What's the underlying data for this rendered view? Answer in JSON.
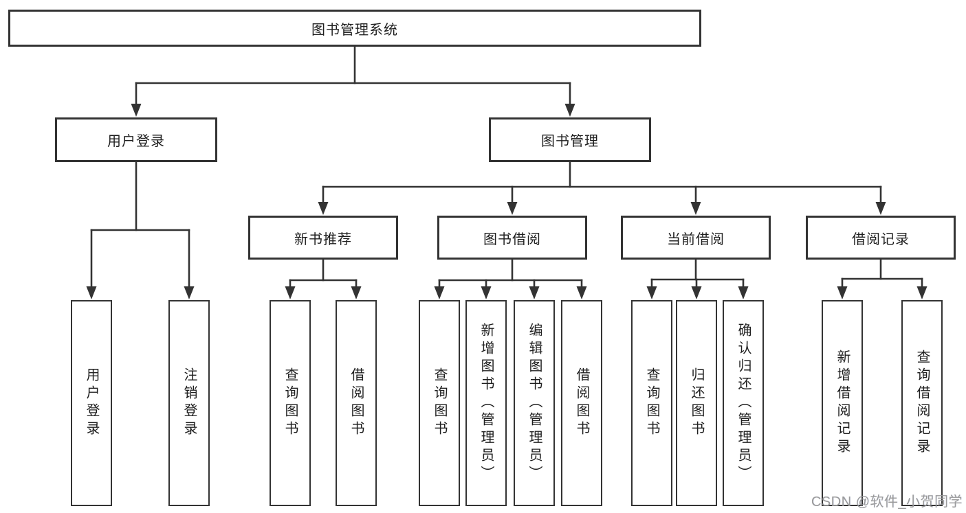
{
  "diagram": {
    "root": {
      "label": "图书管理系统"
    },
    "branches": [
      {
        "label": "用户登录",
        "children": [
          {
            "label": "用户登录"
          },
          {
            "label": "注销登录"
          }
        ]
      },
      {
        "label": "图书管理",
        "children": [
          {
            "label": "新书推荐",
            "children": [
              {
                "label": "查询图书"
              },
              {
                "label": "借阅图书"
              }
            ]
          },
          {
            "label": "图书借阅",
            "children": [
              {
                "label": "查询图书"
              },
              {
                "label": "新增图书（管理员）"
              },
              {
                "label": "编辑图书（管理员）"
              },
              {
                "label": "借阅图书"
              }
            ]
          },
          {
            "label": "当前借阅",
            "children": [
              {
                "label": "查询图书"
              },
              {
                "label": "归还图书"
              },
              {
                "label": "确认归还（管理员）"
              }
            ]
          },
          {
            "label": "借阅记录",
            "children": [
              {
                "label": "新增借阅记录"
              },
              {
                "label": "查询借阅记录"
              }
            ]
          }
        ]
      }
    ]
  },
  "watermark": {
    "text": "CSDN @软件_小贺同学",
    "color": "#9b9b9b"
  },
  "colors": {
    "line": "#333333",
    "box_border": "#333333",
    "text": "#1f1f1f",
    "background": "#ffffff"
  }
}
